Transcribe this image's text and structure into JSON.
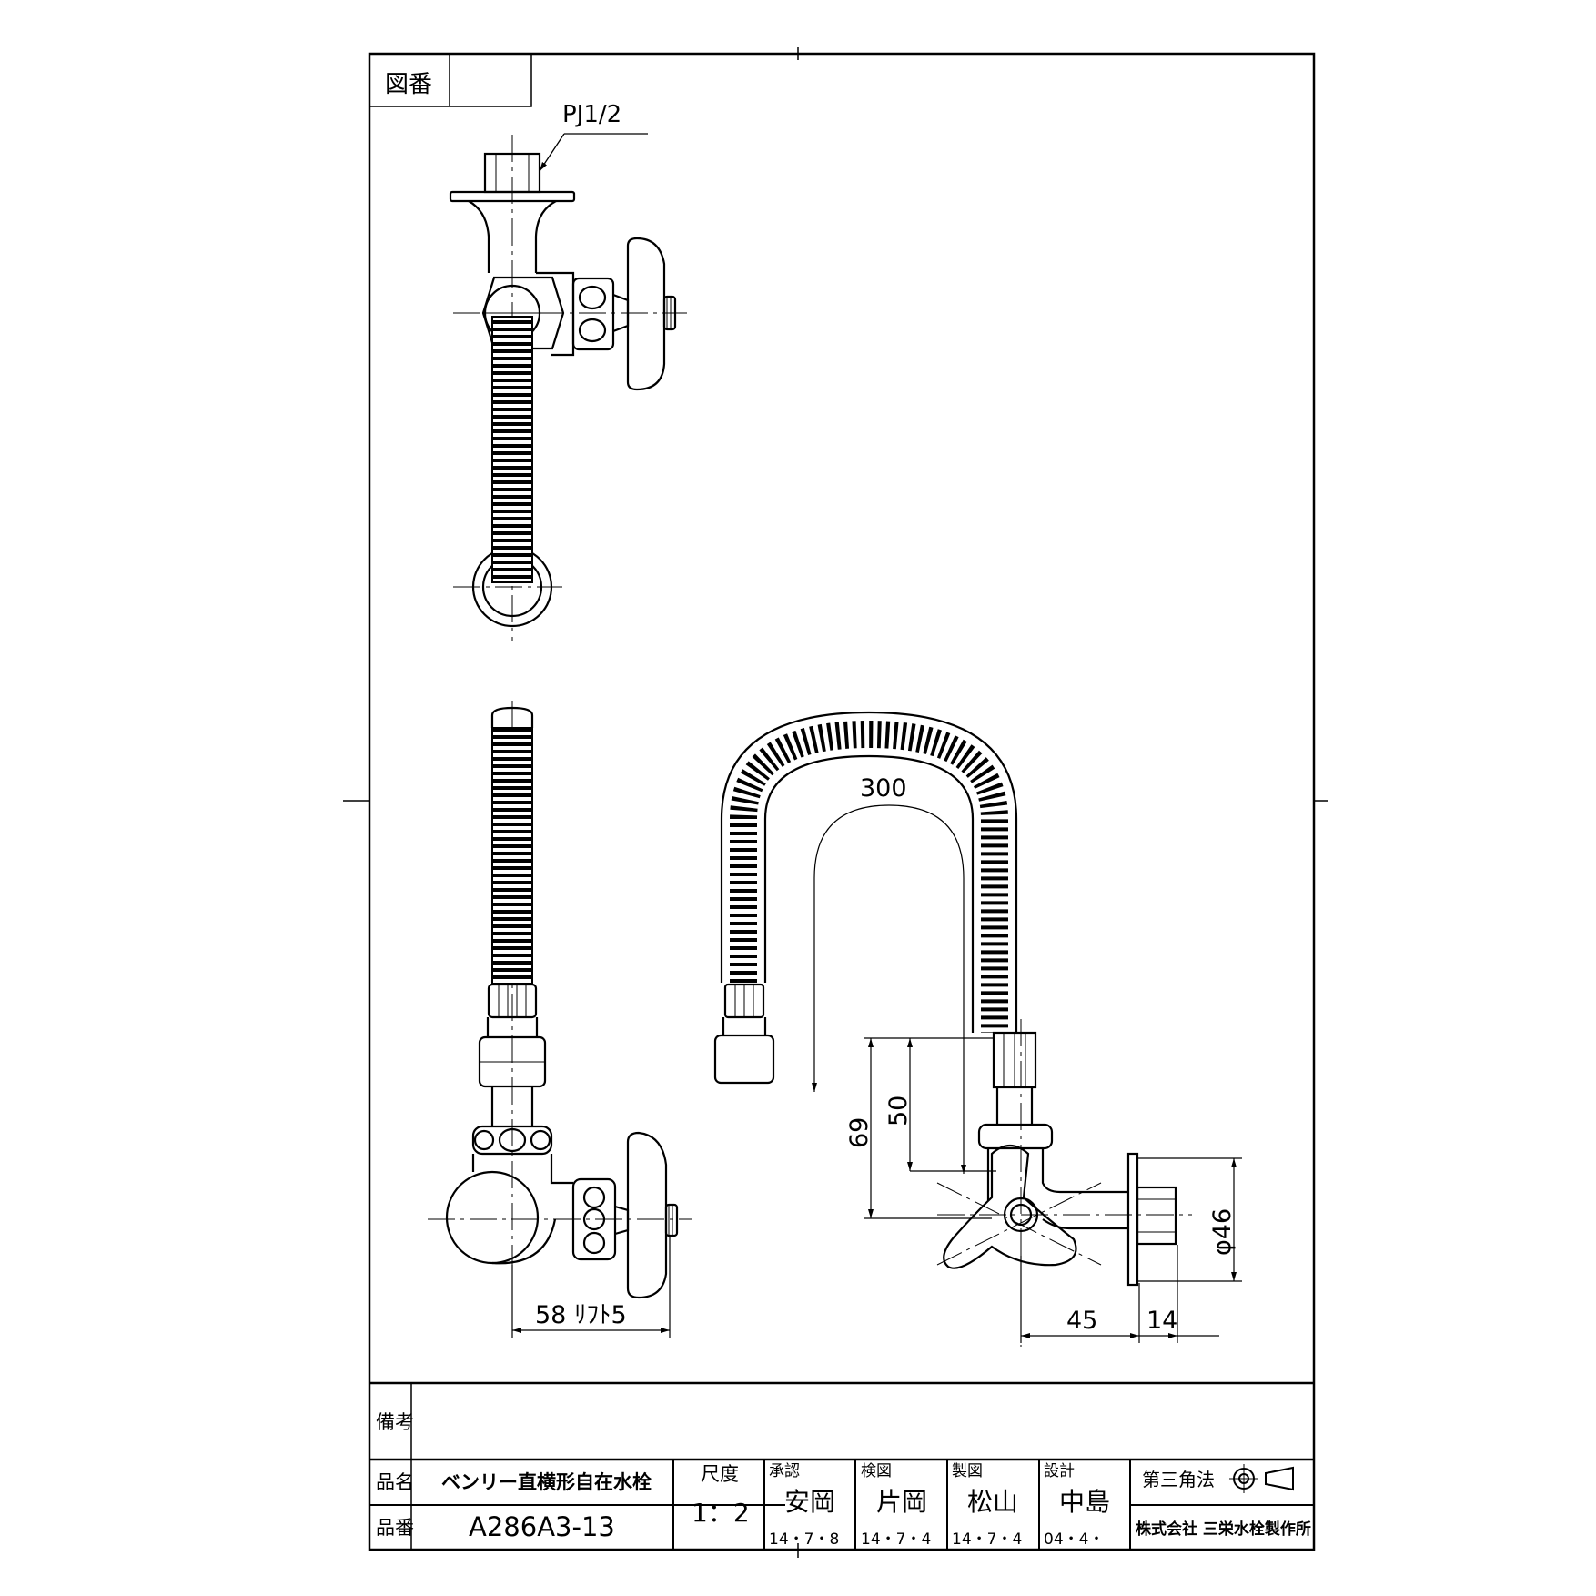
{
  "header": {
    "drawing_no_label": "図番",
    "drawing_no_value": ""
  },
  "annotations": {
    "thread": "PJ1/2",
    "hose_length": "300",
    "width_lift": "58 ﾘﾌﾄ5",
    "height_69": "69",
    "height_50": "50",
    "dia_46": "φ46",
    "depth_45": "45",
    "depth_14": "14"
  },
  "title_block": {
    "remarks_label": "備考",
    "remarks_value": "",
    "name_label": "品名",
    "name_value": "ベンリー直横形自在水栓",
    "number_label": "品番",
    "number_value": "A286A3-13",
    "scale_label": "尺度",
    "scale_value": "1：2",
    "approve": {
      "label": "承認",
      "name": "安岡",
      "date": "14・7・8"
    },
    "inspect": {
      "label": "検図",
      "name": "片岡",
      "date": "14・7・4"
    },
    "draft": {
      "label": "製図",
      "name": "松山",
      "date": "14・7・4"
    },
    "design": {
      "label": "設計",
      "name": "中島",
      "date": "04・4・"
    },
    "projection_label": "第三角法",
    "company": "株式会社 三栄水栓製作所"
  }
}
